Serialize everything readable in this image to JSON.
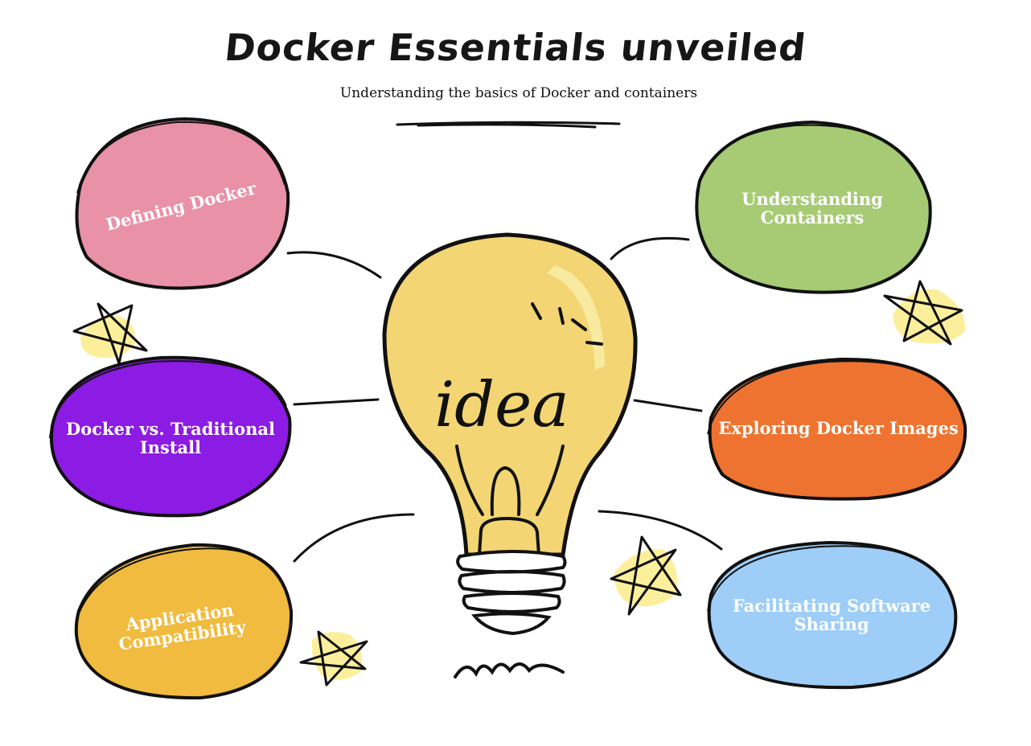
{
  "title": "Docker Essentials unveiled",
  "subtitle": "Understanding the basics of Docker and containers",
  "bulb_text": "idea",
  "colors": {
    "outline": "#111111",
    "bulb": "#f3d673",
    "bulb_highlight": "#f9eaa2",
    "star_glow": "#fbef9c"
  },
  "topics": [
    {
      "id": "defining-docker",
      "lines": [
        "Defining Docker"
      ],
      "color": "#e991a7"
    },
    {
      "id": "understanding-containers",
      "lines": [
        "Understanding",
        "Containers"
      ],
      "color": "#a6cb74"
    },
    {
      "id": "docker-vs-traditional-install",
      "lines": [
        "Docker vs. Traditional",
        "Install"
      ],
      "color": "#8c1be3"
    },
    {
      "id": "exploring-docker-images",
      "lines": [
        "Exploring Docker Images"
      ],
      "color": "#ee7330"
    },
    {
      "id": "application-compatibility",
      "lines": [
        "Application",
        "Compatibility"
      ],
      "color": "#f0bb3e"
    },
    {
      "id": "facilitating-software-sharing",
      "lines": [
        "Facilitating Software",
        "Sharing"
      ],
      "color": "#9ecdf7"
    }
  ]
}
